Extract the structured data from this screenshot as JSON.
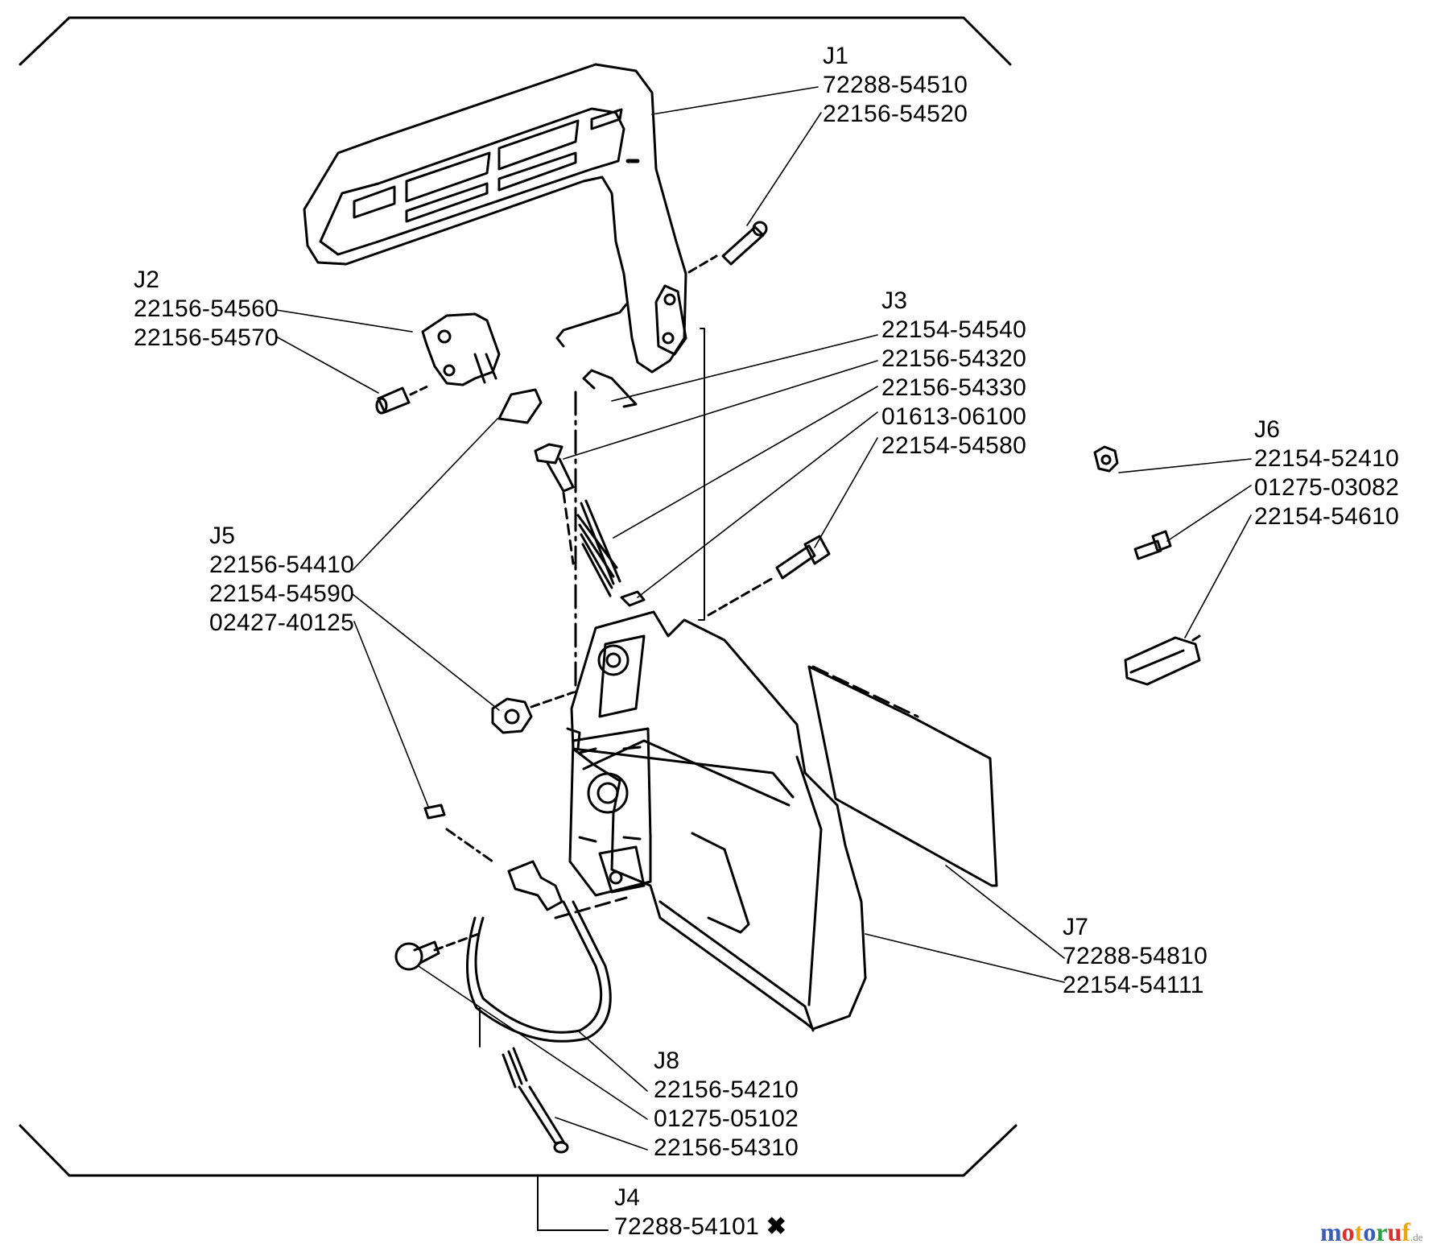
{
  "groups": [
    {
      "id": "J1",
      "parts": [
        "72288-54510",
        "22156-54520"
      ]
    },
    {
      "id": "J2",
      "parts": [
        "22156-54560",
        "22156-54570"
      ]
    },
    {
      "id": "J3",
      "parts": [
        "22154-54540",
        "22156-54320",
        "22156-54330",
        "01613-06100",
        "22154-54580"
      ]
    },
    {
      "id": "J5",
      "parts": [
        "22156-54410",
        "22154-54590",
        "02427-40125"
      ]
    },
    {
      "id": "J6",
      "parts": [
        "22154-52410",
        "01275-03082",
        "22154-54610"
      ]
    },
    {
      "id": "J7",
      "parts": [
        "72288-54810",
        "22154-54111"
      ]
    },
    {
      "id": "J8",
      "parts": [
        "22156-54210",
        "01275-05102",
        "22156-54310"
      ]
    },
    {
      "id": "J4",
      "parts": [
        "72288-54101"
      ],
      "mark": "✖"
    }
  ],
  "watermark": {
    "letters": [
      "m",
      "o",
      "t",
      "o",
      "r",
      "u",
      "f"
    ],
    "colors": [
      "#3a5db5",
      "#d9302a",
      "#e8a618",
      "#3a5db5",
      "#2e9b47",
      "#d9302a",
      "#e8a618"
    ],
    "suffix": ".de"
  }
}
